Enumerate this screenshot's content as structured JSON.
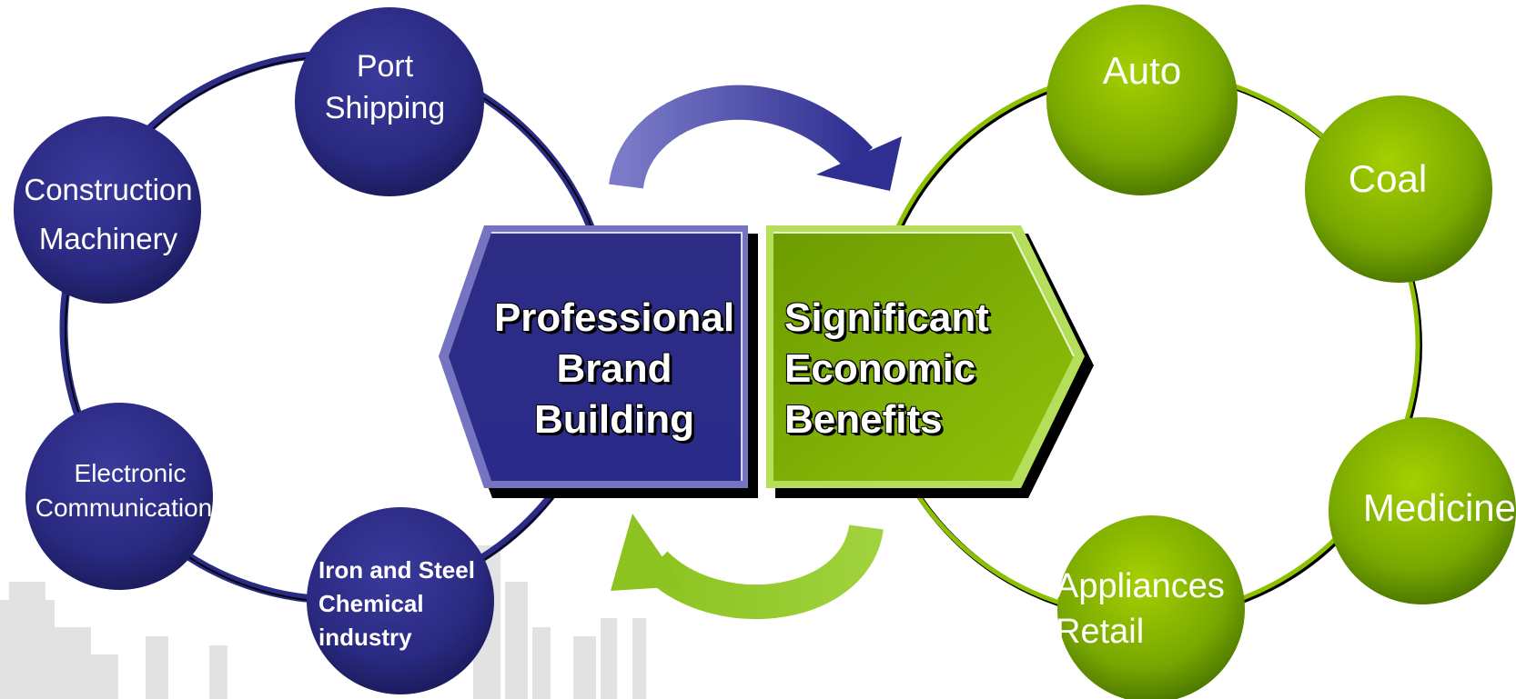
{
  "colors": {
    "blue_dark": "#1f1f6e",
    "blue_mid": "#2e2e8c",
    "blue_light": "#6f6fc0",
    "green_dark": "#5a8a00",
    "green_mid": "#7fb000",
    "green_light": "#a9d84b"
  },
  "center": {
    "left_block": {
      "lines": [
        "Professional",
        "Brand",
        "Building"
      ]
    },
    "right_block": {
      "lines": [
        "Significant",
        "Economic",
        "Benefits"
      ]
    }
  },
  "left_ring": {
    "nodes": [
      {
        "name": "port-shipping",
        "lines": [
          "Port",
          "Shipping"
        ]
      },
      {
        "name": "construction-machinery",
        "lines": [
          "Construction",
          "Machinery"
        ]
      },
      {
        "name": "electronic-communication",
        "lines": [
          "Electronic",
          "Communication"
        ]
      },
      {
        "name": "iron-steel-chemical",
        "lines": [
          "Iron and Steel",
          "Chemical",
          "industry"
        ]
      }
    ]
  },
  "right_ring": {
    "nodes": [
      {
        "name": "auto",
        "lines": [
          "Auto"
        ]
      },
      {
        "name": "coal",
        "lines": [
          "Coal"
        ]
      },
      {
        "name": "medicine",
        "lines": [
          "Medicine"
        ]
      },
      {
        "name": "appliances-retail",
        "lines": [
          "Appliances",
          "Retail"
        ]
      }
    ]
  },
  "icons": {
    "top_arrow": "curved-arrow-right-icon",
    "bottom_arrow": "curved-arrow-left-icon",
    "background": "city-skyline-icon"
  }
}
